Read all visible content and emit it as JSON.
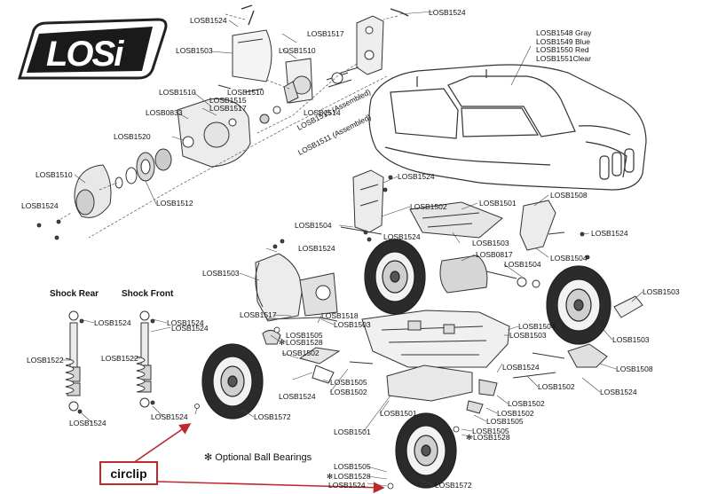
{
  "brand": {
    "logo_text": "LOSi"
  },
  "parts": {
    "b1524": "LOSB1524",
    "b1517": "LOSB1517",
    "b1503": "LOSB1503",
    "b1510": "LOSB1510",
    "b1515": "LOSB1515",
    "b0833": "LOSB0833",
    "b1520": "LOSB1520",
    "b1512": "LOSB1512",
    "b1502": "LOSB1502",
    "b1501": "LOSB1501",
    "b1508": "LOSB1508",
    "b1504": "LOSB1504",
    "b0817": "LOSB0817",
    "b1518": "LOSB1518",
    "b1505": "LOSB1505",
    "b1528": "LOSB1528",
    "b1522": "LOSB1522",
    "b1572": "LOSB1572",
    "b1514": "LOSB1514",
    "b1515_asm": "LOSB1515 (Assembled)",
    "b1511_asm": "LOSB1511 (Assembled)"
  },
  "body_colors": [
    "LOSB1548 Gray",
    "LOSB1549 Blue",
    "LOSB1550 Red",
    "LOSB1551Clear"
  ],
  "headers": {
    "shock_rear": "Shock Rear",
    "shock_front": "Shock Front"
  },
  "legend": {
    "optional_bearings": "✻ Optional Ball Bearings",
    "star": "✻"
  },
  "callout": {
    "label": "circlip",
    "color": "#c0282d"
  }
}
